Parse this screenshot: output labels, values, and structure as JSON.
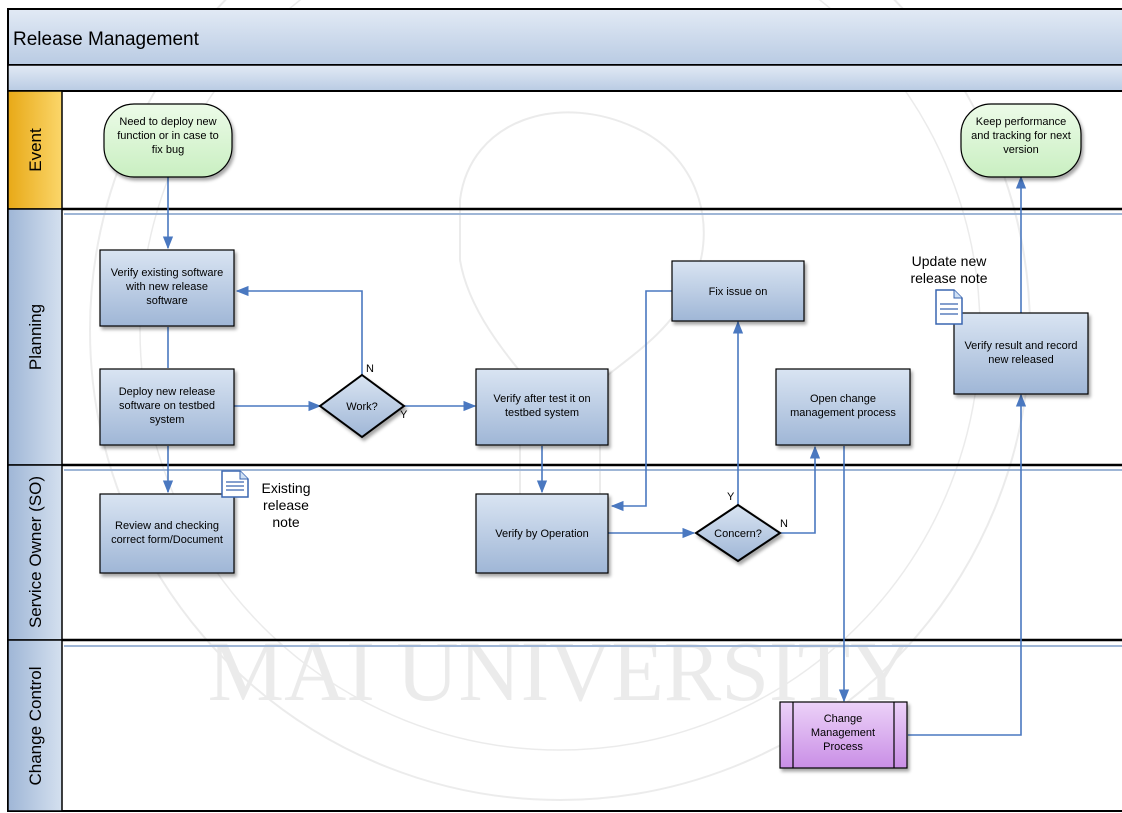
{
  "diagram": {
    "title": "Release Management",
    "lanes": [
      {
        "id": "event",
        "label": "Event"
      },
      {
        "id": "planning",
        "label": "Planning"
      },
      {
        "id": "so",
        "label": "Service Owner (SO)"
      },
      {
        "id": "cc",
        "label": "Change Control"
      }
    ],
    "nodes": {
      "start": [
        "Need to deploy new",
        "function or in case to",
        "fix bug"
      ],
      "end": [
        "Keep performance",
        "and tracking for next",
        "version"
      ],
      "verify_existing": [
        "Verify existing software",
        "with new release",
        "software"
      ],
      "deploy": [
        "Deploy new release",
        "software on testbed",
        "system"
      ],
      "work": [
        "Work?"
      ],
      "verify_after": [
        "Verify after test it on",
        "testbed system"
      ],
      "fix_issue": [
        "Fix issue on"
      ],
      "open_change": [
        "Open change",
        "management process"
      ],
      "verify_result": [
        "Verify result and record",
        "new released"
      ],
      "review": [
        "Review and checking",
        "correct form/Document"
      ],
      "verify_op": [
        "Verify by Operation"
      ],
      "concern": [
        "Concern?"
      ],
      "change_mgmt": [
        "Change",
        "Management",
        "Process"
      ]
    },
    "notes": {
      "existing": [
        "Existing",
        "release",
        "note"
      ],
      "update": [
        "Update new",
        "release note"
      ]
    },
    "edge_labels": {
      "work_no": "N",
      "work_yes": "Y",
      "concern_yes": "Y",
      "concern_no": "N"
    },
    "watermark": [
      "MAI UNIVERSITY"
    ],
    "colors": {
      "header_fill": "#c5d5ea",
      "process_fill": "#a9bfdb",
      "terminal_fill": "#dcf6d6",
      "subprocess_fill": "#d9a6f0",
      "event_tab": "#f5c542",
      "lane_tab": "#b3c6e0",
      "edge": "#4a78c0"
    }
  }
}
